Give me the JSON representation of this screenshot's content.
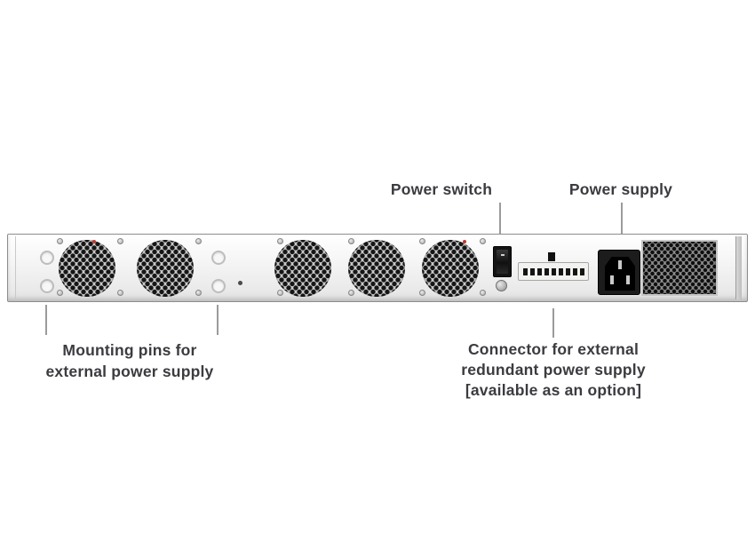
{
  "title": "Appliance rear panel diagram",
  "labels": {
    "power_switch": "Power switch",
    "power_supply": "Power supply",
    "mounting_pins": [
      "Mounting pins for",
      "external power supply"
    ],
    "connector": [
      "Connector for external",
      "redundant power supply",
      "[available as an option]"
    ]
  },
  "colors": {
    "label_text": "#3b3b40",
    "leader_line": "#9b9b9b",
    "chassis_fill": "#f2f2f2",
    "hole_color": "#161616",
    "red_accent": "#c0392b"
  }
}
